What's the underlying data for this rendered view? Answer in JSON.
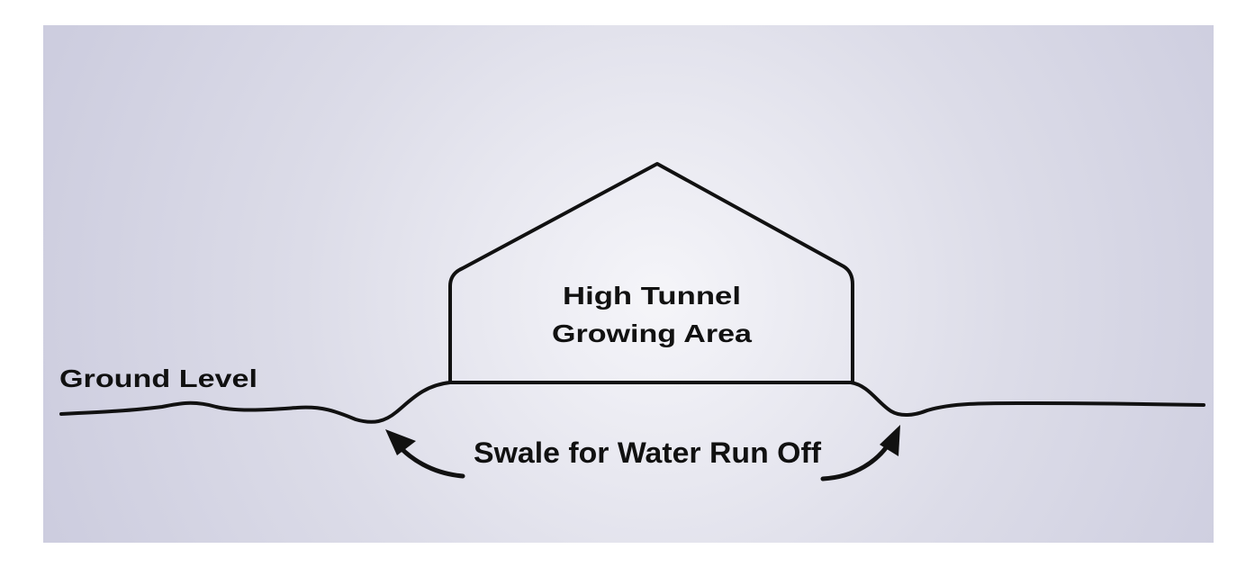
{
  "diagram": {
    "structure_label_line1": "High Tunnel",
    "structure_label_line2": "Growing Area",
    "ground_label": "Ground Level",
    "swale_label": "Swale for Water Run Off"
  },
  "colors": {
    "background_center": "#f4f4f8",
    "background_edge": "#cfcfe0",
    "line": "#111111"
  }
}
